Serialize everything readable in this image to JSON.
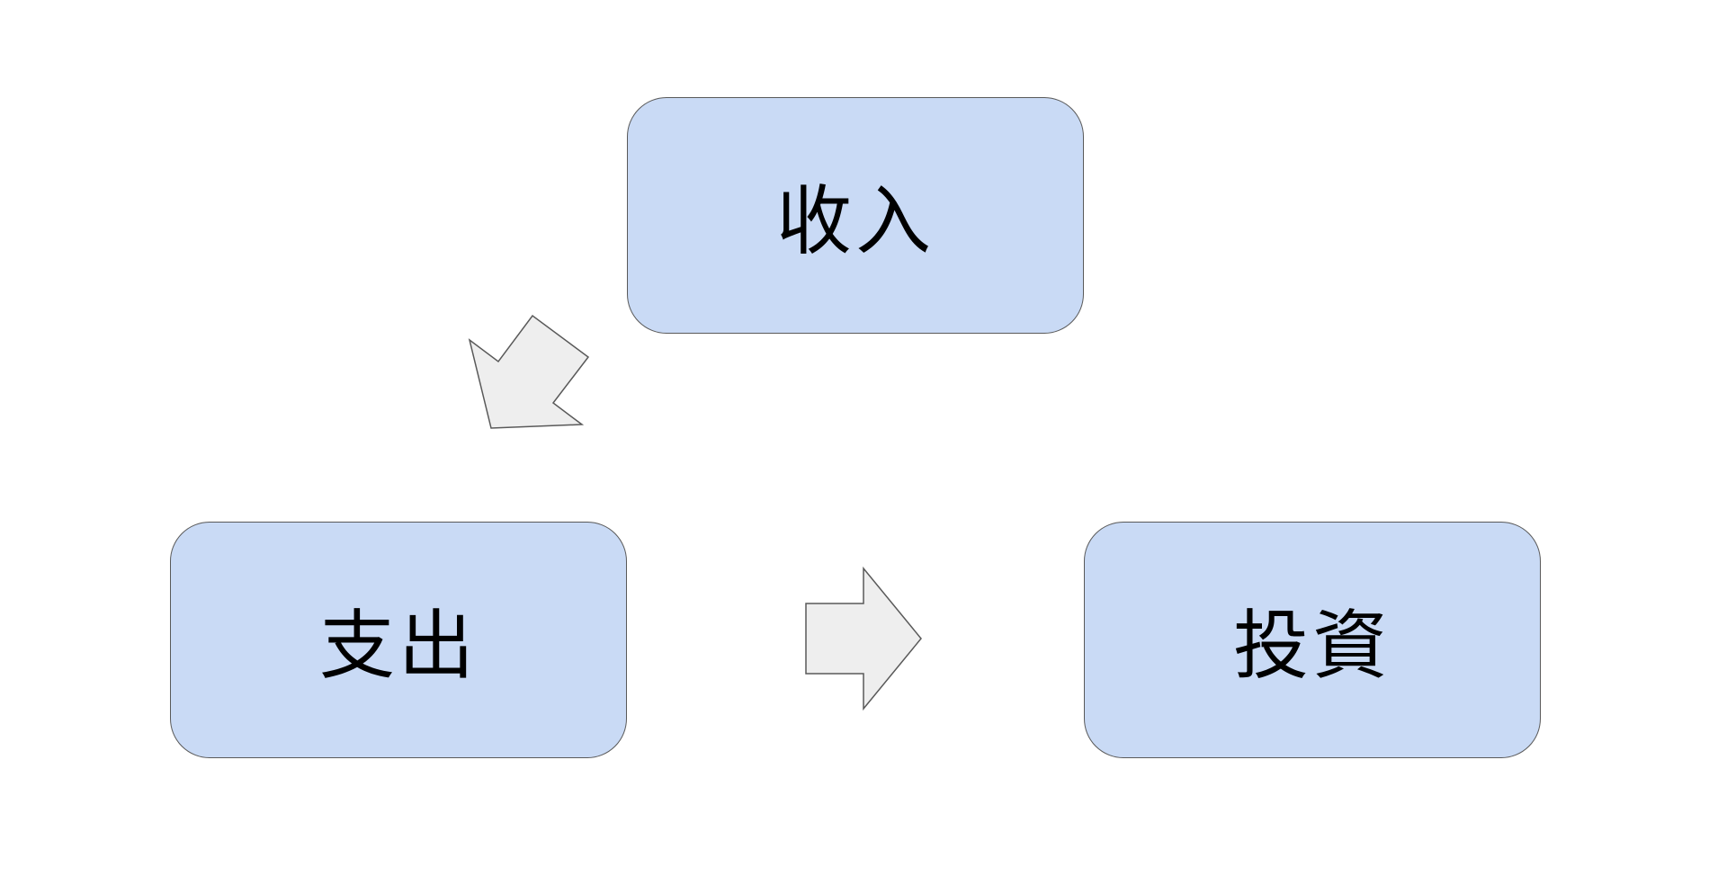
{
  "diagram": {
    "nodes": {
      "income": {
        "label": "收入"
      },
      "expense": {
        "label": "支出"
      },
      "invest": {
        "label": "投資"
      }
    },
    "edges": [
      {
        "from": "income",
        "to": "expense"
      },
      {
        "from": "expense",
        "to": "invest"
      }
    ]
  },
  "colors": {
    "node_fill": "#c9daf5",
    "arrow_fill": "#eeeeee",
    "outline": "#595959"
  }
}
